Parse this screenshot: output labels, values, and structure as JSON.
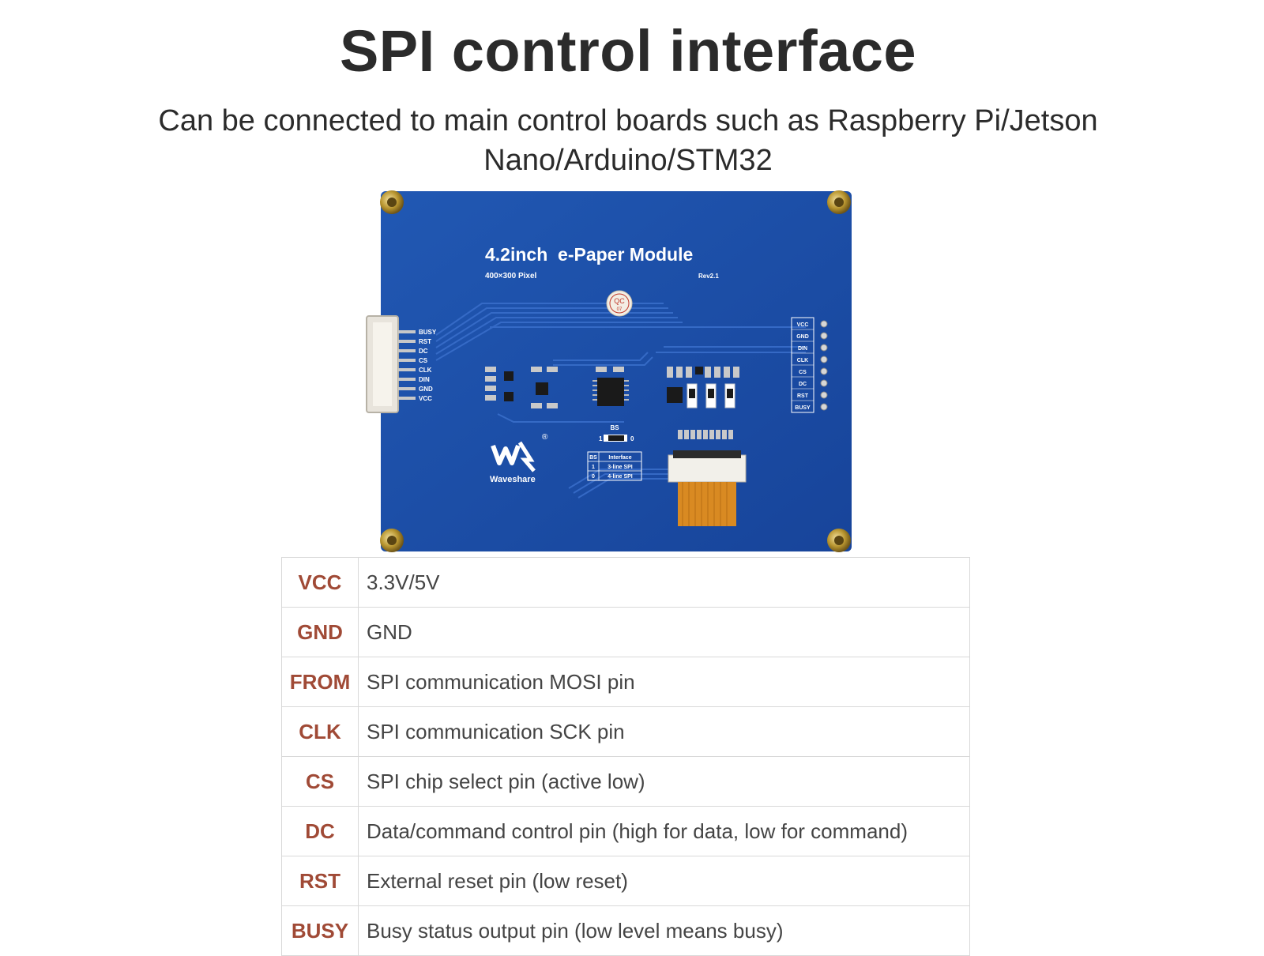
{
  "page": {
    "title": "SPI control interface",
    "subtitle": "Can be connected to main control boards such as Raspberry Pi/Jetson Nano/Arduino/STM32"
  },
  "board": {
    "title": "4.2inch  e-Paper Module",
    "pixel": "400×300 Pixel",
    "rev": "Rev2.1",
    "qc": "QC",
    "qc_num": "07",
    "left_pins": [
      "BUSY",
      "RST",
      "DC",
      "CS",
      "CLK",
      "DIN",
      "GND",
      "VCC"
    ],
    "right_pins": [
      "VCC",
      "GND",
      "DIN",
      "CLK",
      "CS",
      "DC",
      "RST",
      "BUSY"
    ],
    "bs_label": "BS",
    "bs_one": "1",
    "bs_zero": "0",
    "bs_table": {
      "header": [
        "BS",
        "Interface"
      ],
      "rows": [
        [
          "1",
          "3-line SPI"
        ],
        [
          "0",
          "4-line SPI"
        ]
      ]
    },
    "brand": "Waveshare",
    "registered": "®",
    "colors": {
      "pcb": "#1d4fa5",
      "silk": "#ffffff",
      "connector": "#e8e4dc",
      "ribbon": "#d98a22"
    }
  },
  "pins": [
    {
      "name": "VCC",
      "desc": "3.3V/5V"
    },
    {
      "name": "GND",
      "desc": "GND"
    },
    {
      "name": "FROM",
      "desc": "SPI communication MOSI pin"
    },
    {
      "name": "CLK",
      "desc": "SPI communication SCK pin"
    },
    {
      "name": "CS",
      "desc": "SPI chip select pin (active low)"
    },
    {
      "name": "DC",
      "desc": "Data/command control pin (high for data, low for command)"
    },
    {
      "name": "RST",
      "desc": "External reset pin (low reset)"
    },
    {
      "name": "BUSY",
      "desc": "Busy status output pin (low level means busy)"
    }
  ]
}
